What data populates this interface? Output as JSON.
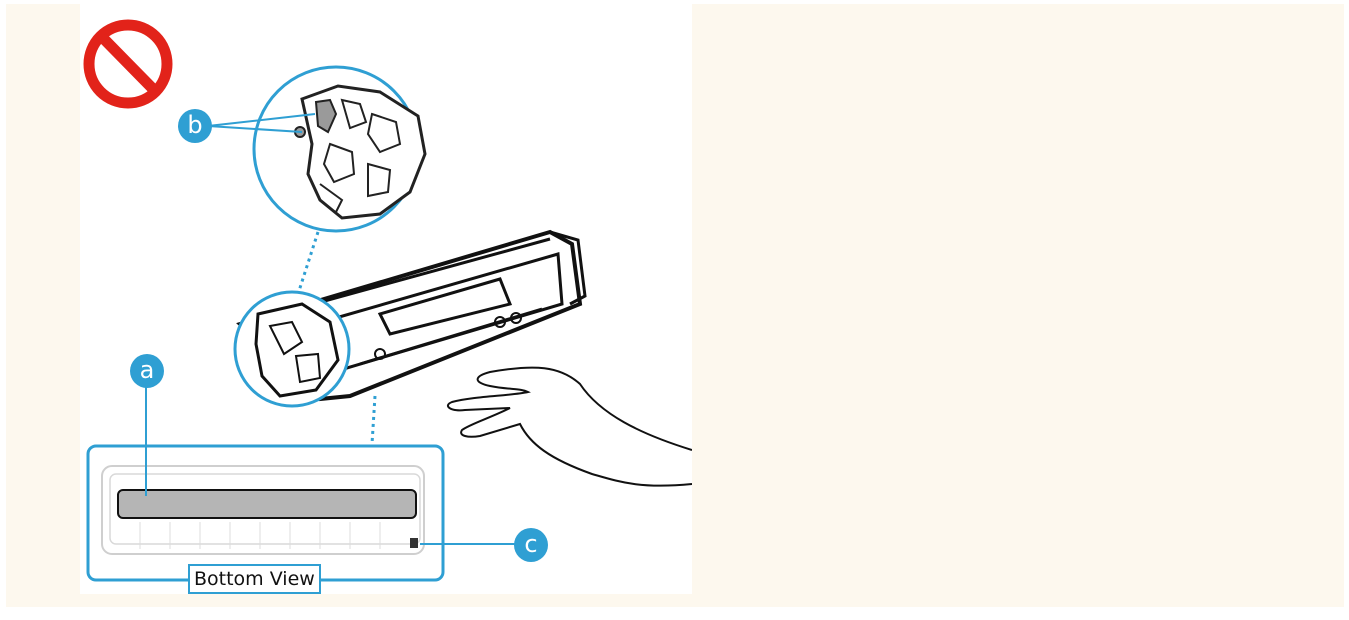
{
  "figure": {
    "prohibition_icon": "prohibited-icon",
    "callouts": {
      "a": "a",
      "b": "b",
      "c": "c"
    },
    "bottom_view_label": "Bottom View",
    "colors": {
      "accent": "#2f9fd3",
      "prohibit": "#e2231a",
      "panel": "#fdf8ee",
      "drum": "#b5b5b5"
    }
  }
}
